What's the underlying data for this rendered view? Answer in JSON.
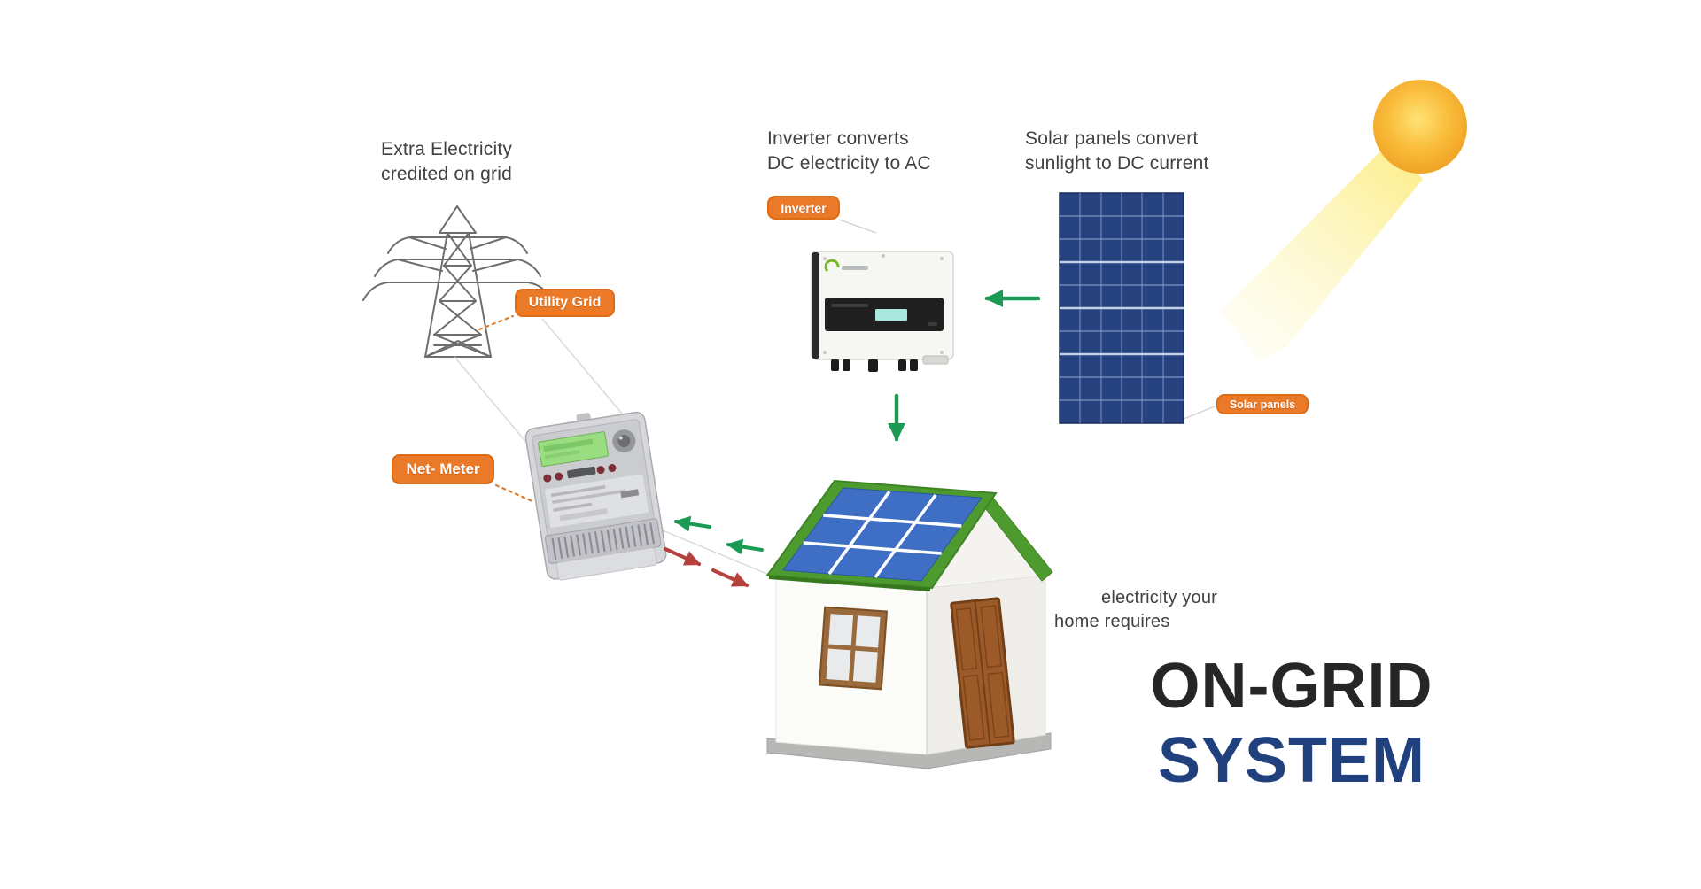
{
  "captions": {
    "grid": {
      "line1": "Extra Electricity",
      "line2": "credited on grid"
    },
    "inverter": {
      "line1": "Inverter converts",
      "line2": "DC electricity to AC"
    },
    "solar": {
      "line1": "Solar panels convert",
      "line2": "sunlight to DC current"
    },
    "home": {
      "line1": "electricity your",
      "line2": "home requires"
    }
  },
  "badges": {
    "utility_grid": "Utility Grid",
    "inverter": "Inverter",
    "net_meter": "Net- Meter",
    "solar_panels": "Solar panels"
  },
  "title": {
    "line1": "ON-GRID",
    "line2": "SYSTEM"
  },
  "colors": {
    "badge_orange": "#ea7a28",
    "arrow_green": "#1a9a52",
    "arrow_red": "#b5403c",
    "title_dark": "#262626",
    "title_blue": "#20417e",
    "caption_text": "#414141"
  }
}
